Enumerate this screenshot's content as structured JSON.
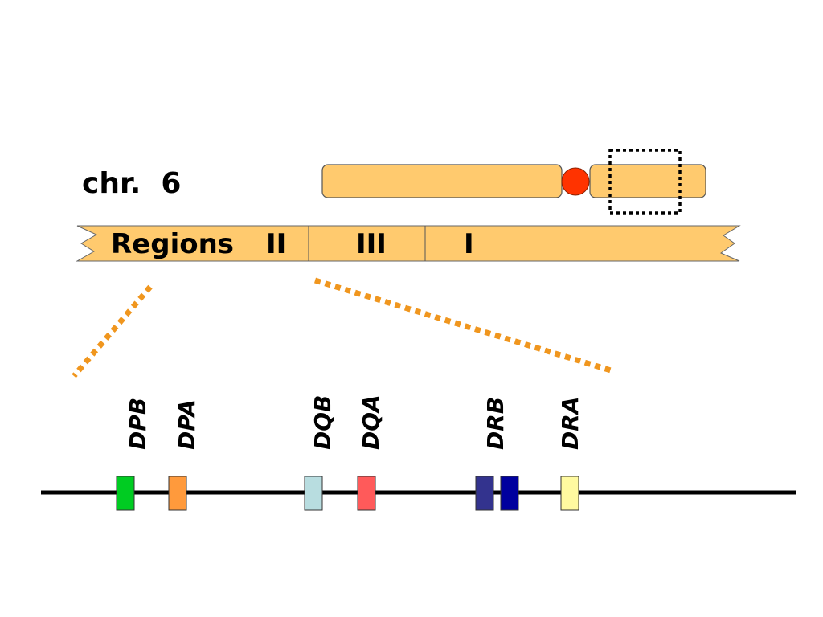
{
  "chromosome": {
    "label": "chr.  6",
    "arm_color": "#FFCA6E",
    "centromere_color": "#FF3300"
  },
  "regions": {
    "banner_color": "#FFCA6E",
    "title": "Regions",
    "items": [
      "II",
      "III",
      "I"
    ]
  },
  "connector_color": "#F0961E",
  "genes": [
    {
      "name": "DPB",
      "color": "#00CC22"
    },
    {
      "name": "DPA",
      "color": "#FF9A3C"
    },
    {
      "name": "DQB",
      "color": "#B8DDE0"
    },
    {
      "name": "DQA",
      "color": "#FF5A5A"
    },
    {
      "name": "DRB",
      "color": "#33338E"
    },
    {
      "name": "",
      "color": "#00009E"
    },
    {
      "name": "DRA",
      "color": "#FFFAA0"
    }
  ]
}
